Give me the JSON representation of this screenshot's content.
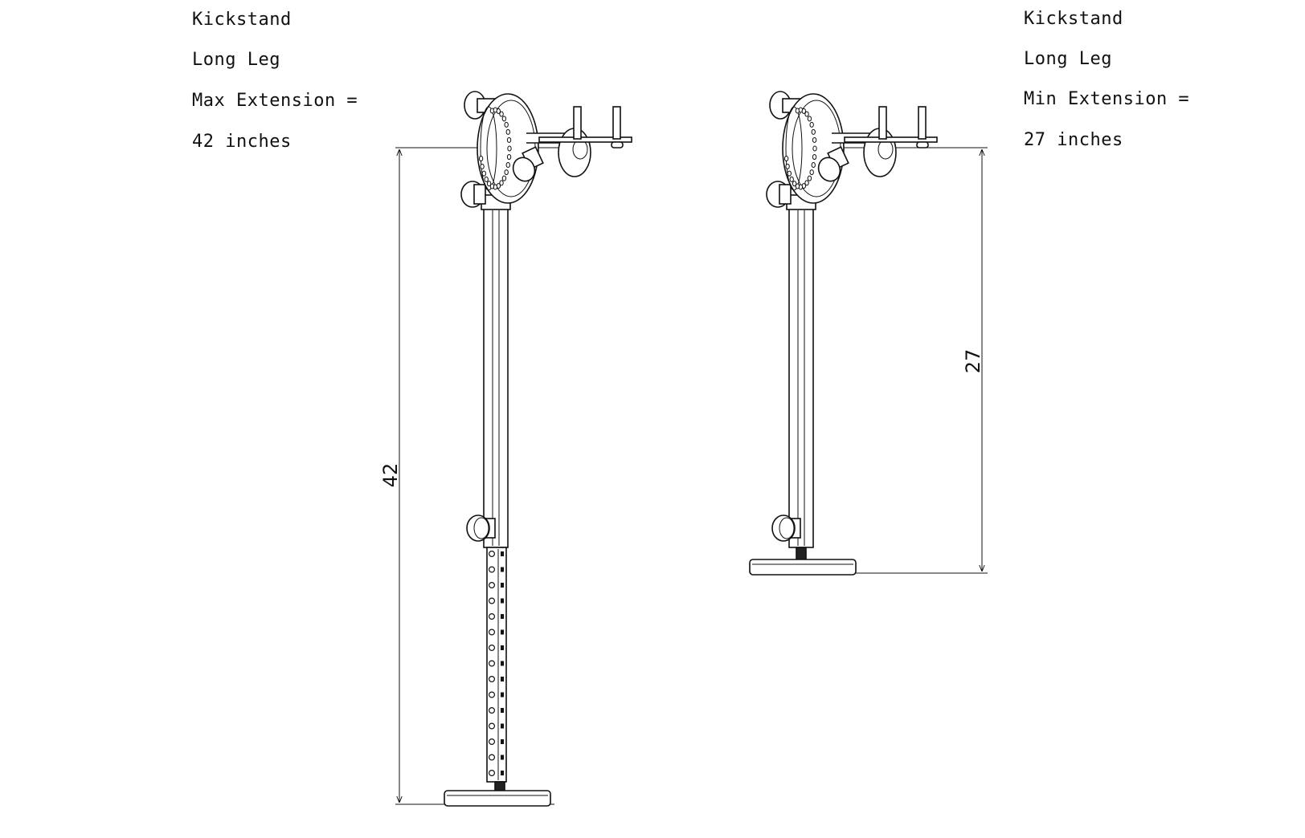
{
  "left_note": {
    "line1": "Kickstand",
    "line2": "Long Leg",
    "line3": "Max Extension =",
    "line4": "42 inches"
  },
  "right_note": {
    "line1": "Kickstand",
    "line2": "Long Leg",
    "line3": "Min Extension =",
    "line4": "27 inches"
  },
  "dimensions": {
    "max_label": "42",
    "min_label": "27",
    "max_value": 42,
    "min_value": 27
  },
  "colors": {
    "line": "#111111",
    "background": "#ffffff"
  }
}
